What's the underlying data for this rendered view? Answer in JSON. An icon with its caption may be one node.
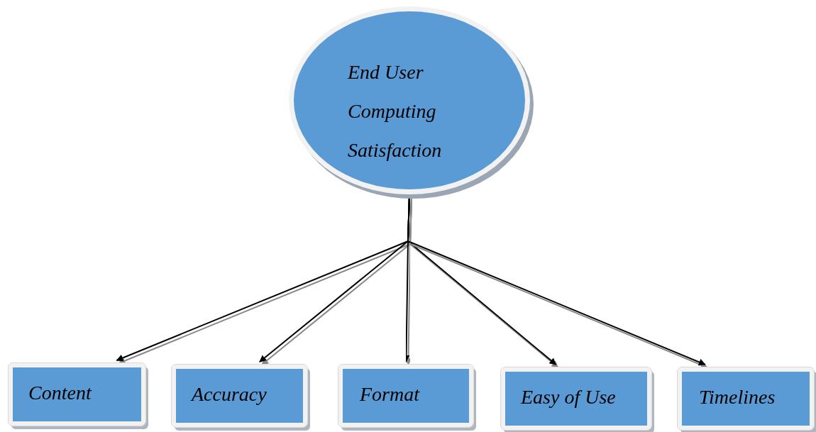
{
  "diagram": {
    "nodes": [
      {
        "text": [
          "End User Computing Satisfaction"
        ]
      },
      {
        "text": [
          "Content"
        ]
      },
      {
        "text": [
          "Accuracy"
        ]
      },
      {
        "text": [
          "Format"
        ]
      },
      {
        "text": [
          "Easy of Use"
        ]
      },
      {
        "text": [
          "Timelines"
        ]
      }
    ],
    "edges": [
      {
        "from": 0,
        "to": 1,
        "arrow": "to"
      },
      {
        "from": 0,
        "to": 2,
        "arrow": "to"
      },
      {
        "from": 0,
        "to": 3,
        "arrow": "to"
      },
      {
        "from": 0,
        "to": 4,
        "arrow": "to"
      },
      {
        "from": 0,
        "to": 5,
        "arrow": "to"
      }
    ]
  }
}
